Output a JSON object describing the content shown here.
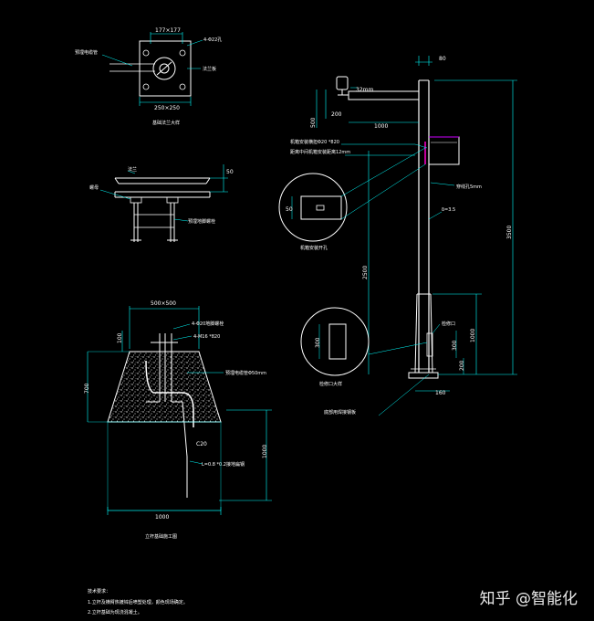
{
  "plate_top": {
    "dim_top": "177×177",
    "dim_bottom": "250×250",
    "label_left": "预埋电缆管",
    "label_right_top": "4-Φ22孔",
    "label_right": "法兰板",
    "caption": "基础法兰大样"
  },
  "plate_side": {
    "label_top": "法兰",
    "label_left": "螺母",
    "label_right": "预埋地脚螺栓",
    "dim_right": "50"
  },
  "foundation": {
    "dim_top": "500×500",
    "dim_100": "100",
    "label_bolt": "4-Φ20地脚螺栓",
    "label_anchor": "4-M16 *820",
    "label_pipe": "预埋电缆管Φ50mm",
    "dim_700": "700",
    "concrete": "C20",
    "label_ground": "L=0.8 *0.2接地扁钢",
    "dim_1000_right": "1000",
    "dim_1000_bottom": "1000",
    "caption": "立杆基础施工图"
  },
  "pole": {
    "dim_80": "80",
    "dim_camera": "32mm",
    "dim_500": "500",
    "dim_200": "200",
    "dim_arm": "1000",
    "label_box_note1": "机箱安装横担Φ20 *820",
    "label_box_note2": "距离中间机箱安装距离12mm",
    "label_hole": "穿线孔5mm",
    "label_thickness": "δ=3.5",
    "dim_total": "3500",
    "dim_2500": "2500",
    "dim_1000": "1000",
    "dim_300": "300",
    "dim_200b": "200",
    "dim_base": "160",
    "label_door": "检修口",
    "label_bottom": "底部用焊接钢板",
    "detail1_dim_w": "50",
    "detail1_caption": "机箱安装开孔",
    "detail2_dim": "300",
    "detail2_caption": "检修口大样"
  },
  "notes": {
    "title": "技术要求：",
    "line1": "1.立杆及横臂热镀锌后喷塑处理，颜色现场确定。",
    "line2": "2.立杆基础为现浇混凝土。"
  },
  "watermark": "知乎 @智能化"
}
